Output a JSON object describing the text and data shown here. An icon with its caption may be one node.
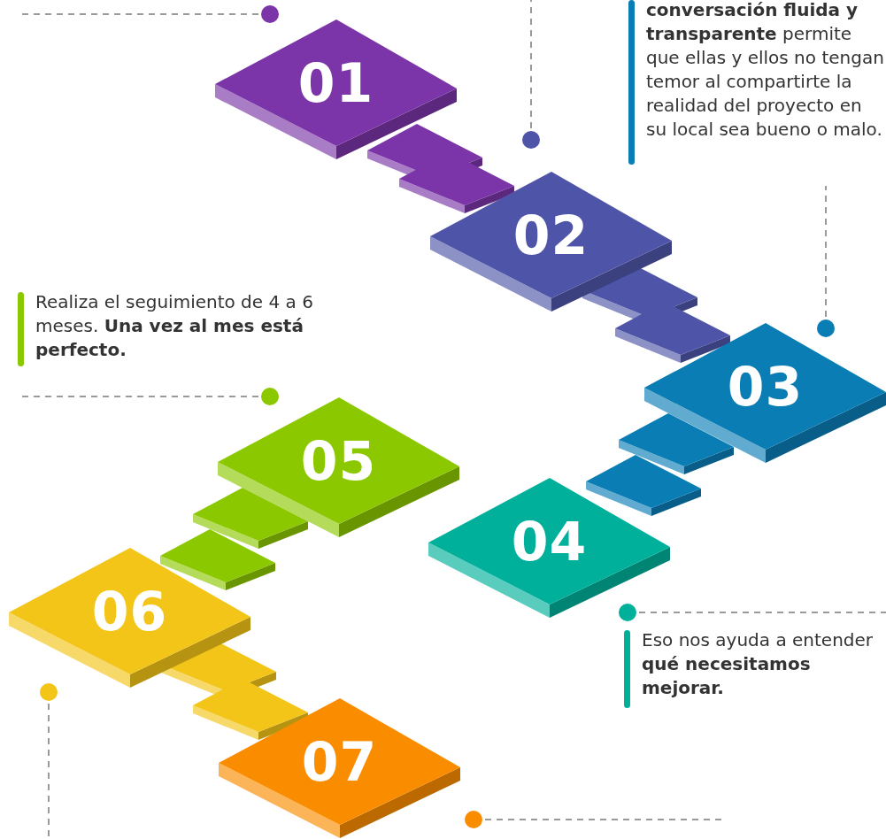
{
  "diagram": {
    "nodes": [
      {
        "text": [
          "01"
        ]
      },
      {
        "text": [
          "02"
        ]
      },
      {
        "text": [
          "03"
        ]
      },
      {
        "text": [
          "04"
        ]
      },
      {
        "text": [
          "05"
        ]
      },
      {
        "text": [
          "06"
        ]
      },
      {
        "text": [
          "07"
        ]
      }
    ],
    "labels": [
      "**conversación fluida y transparente** permite que ellas y ellos no tengan temor al compartirte la realidad del proyecto en su local sea bueno o malo.",
      "Realiza el seguimiento de 4 a 6 meses. **Una vez al mes está perfecto.**",
      "Eso nos ayuda a entender **qué necesitamos mejorar.**"
    ]
  }
}
